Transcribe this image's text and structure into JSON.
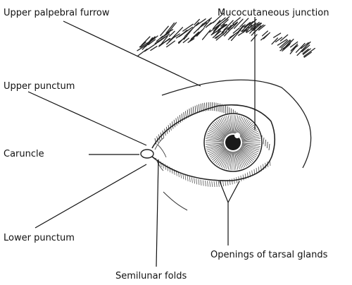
{
  "diagram": {
    "labels": {
      "upper_palpebral_furrow": "Upper palpebral furrow",
      "mucocutaneous_junction": "Mucocutaneous junction",
      "upper_punctum": "Upper punctum",
      "caruncle": "Caruncle",
      "lower_punctum": "Lower punctum",
      "openings_of_tarsal_glands": "Openings of tarsal glands",
      "semilunar_folds": "Semilunar folds"
    },
    "colors": {
      "ink": "#111111",
      "background": "#ffffff"
    }
  }
}
